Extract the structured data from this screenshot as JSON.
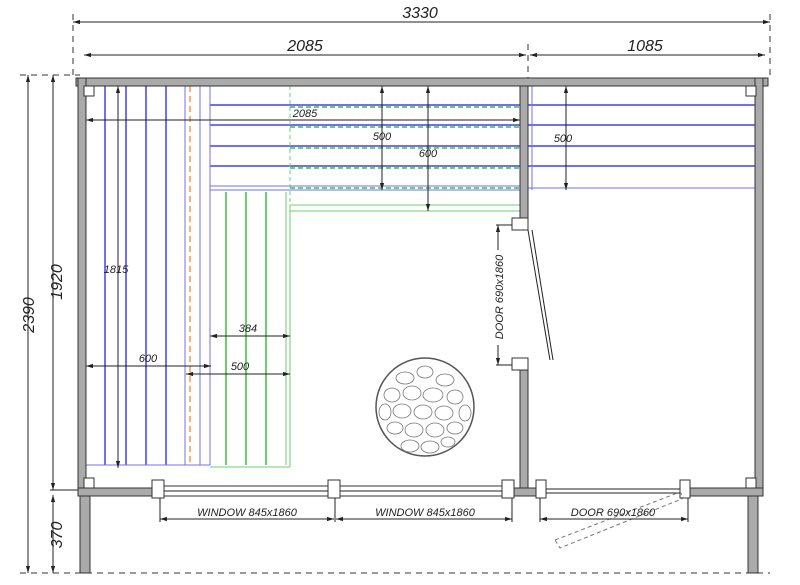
{
  "dimensions": {
    "overall_width": "3330",
    "left_room_width": "2085",
    "right_room_width": "1085",
    "overall_depth": "2390",
    "room_depth": "1920",
    "porch_depth": "370",
    "upper_bench_length": "2085",
    "upper_bench_depth": "500",
    "bench_depth_total": "600",
    "right_bench_depth": "500",
    "side_bench_length": "1815",
    "side_bench_depth": "600",
    "lower_bench_width": "384",
    "lower_bench_depth": "500"
  },
  "labels": {
    "inner_door": "DOOR 690x1860",
    "window_1": "WINDOW 845x1860",
    "window_2": "WINDOW 845x1860",
    "front_door": "DOOR 690x1860"
  },
  "colors": {
    "upper_bench": "#7070f0",
    "lower_bench": "#6ccf6c",
    "heater_guard": "#f39a4a",
    "walls": "#aaaaaa"
  }
}
